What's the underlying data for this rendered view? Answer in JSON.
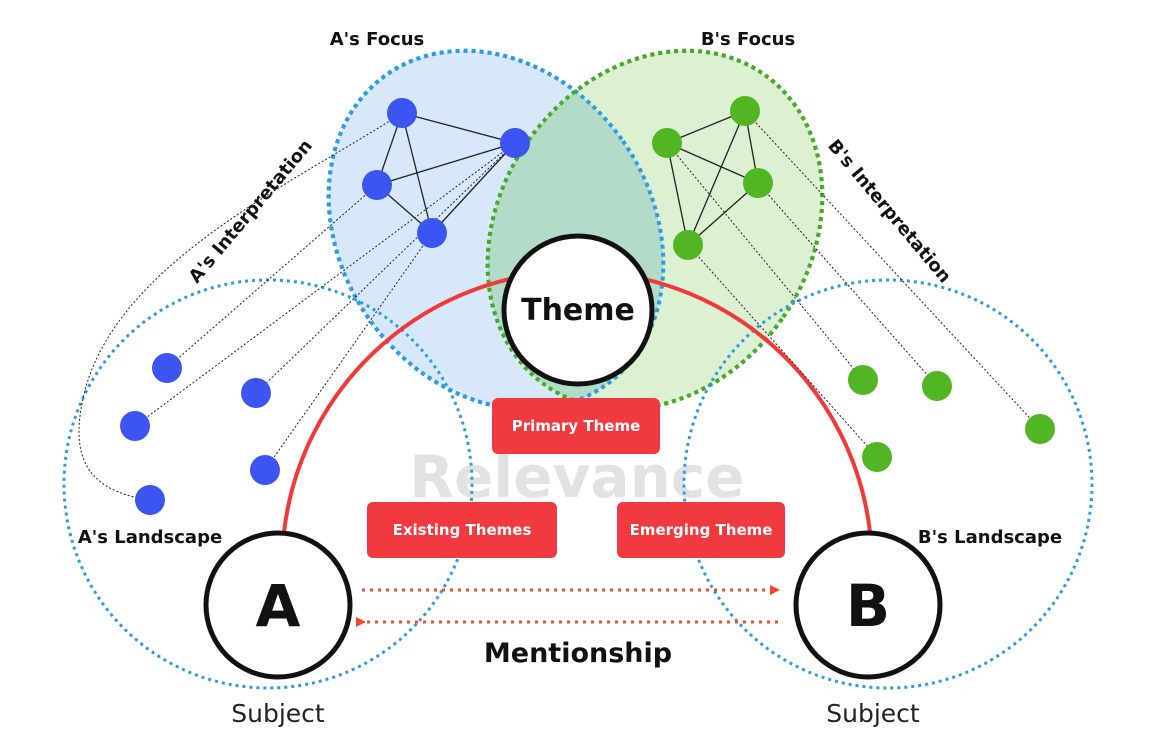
{
  "labels": {
    "a_focus": "A's Focus",
    "b_focus": "B's Focus",
    "a_interpretation": "A's Interpretation",
    "b_interpretation": "B's Interpretation",
    "a_landscape": "A's Landscape",
    "b_landscape": "B's Landscape",
    "theme": "Theme",
    "relevance": "Relevance",
    "mentionship": "Mentionship",
    "subject_a": "A",
    "subject_b": "B",
    "subject_a_caption": "Subject",
    "subject_b_caption": "Subject"
  },
  "tags": {
    "primary": "Primary Theme",
    "existing": "Existing Themes",
    "emerging": "Emerging Theme"
  },
  "colors": {
    "a_nodes": "#3d55f0",
    "b_nodes": "#52b524",
    "a_focus_fill": "#d6e8fa",
    "b_focus_fill": "#dcf0d2",
    "overlap_fill": "#b3dcc8",
    "landscape_border": "#2f9be3",
    "b_focus_border": "#4aa82a",
    "relevance_arc": "#f03a3a",
    "tag_fill": "#f03a3f",
    "mentionship_arrow": "#f04a2a",
    "watermark": "#e2e2e2"
  }
}
